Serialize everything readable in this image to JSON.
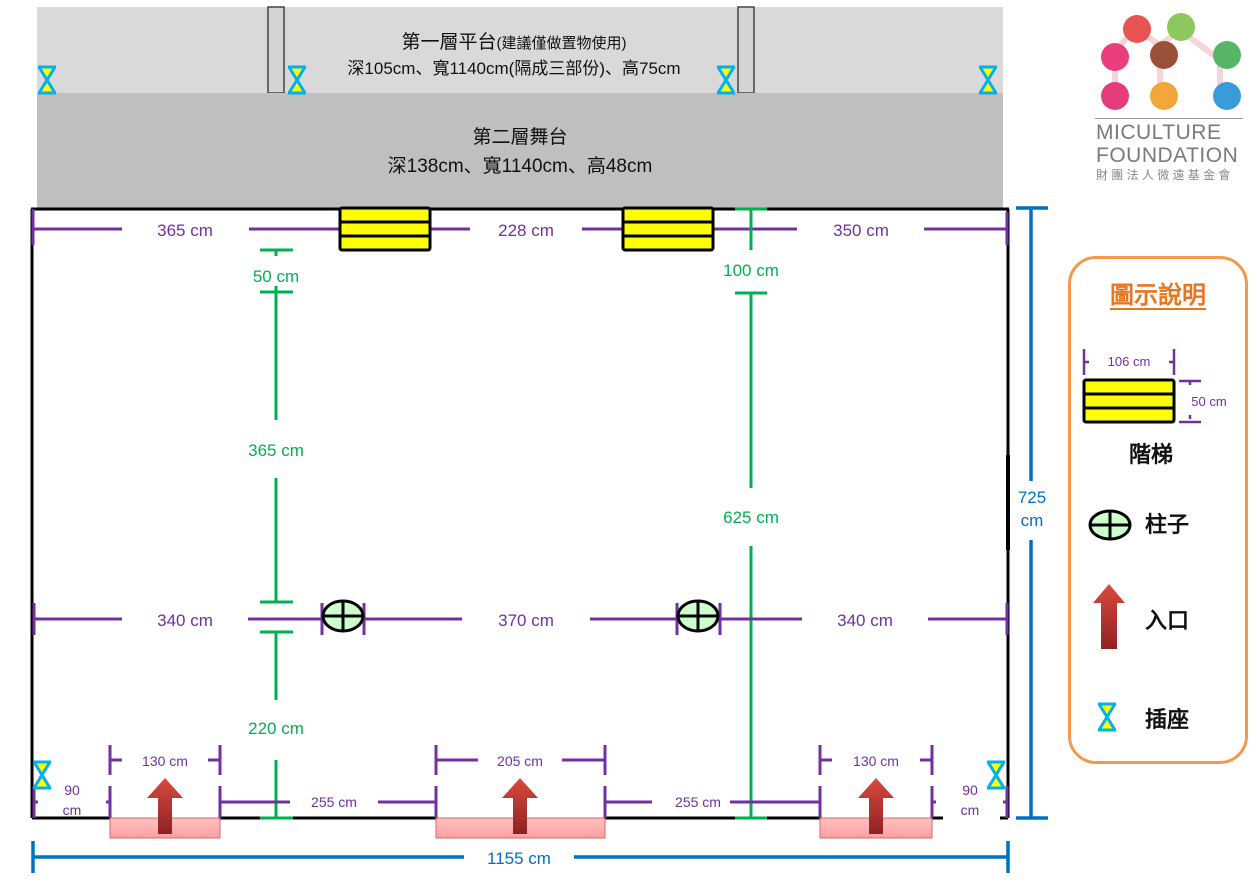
{
  "platform1": {
    "title": "第一層平台",
    "note": "(建議僅做置物使用)",
    "dims": "深105cm、寬1140cm(隔成三部份)、高75cm"
  },
  "stage2": {
    "title": "第二層舞台",
    "dims": "深138cm、寬1140cm、高48cm"
  },
  "top_dims": {
    "left": "365 cm",
    "middle": "228 cm",
    "right": "350 cm"
  },
  "mid_dims": {
    "left": "340 cm",
    "middle": "370 cm",
    "right": "340 cm"
  },
  "vertical_left": {
    "top": "50 cm",
    "middle": "365 cm",
    "bottom": "220 cm"
  },
  "vertical_right": {
    "top": "100 cm",
    "bottom": "625 cm"
  },
  "bottom_dims": {
    "left_wall": "90",
    "left_wall_unit": "cm",
    "entrance_left": "130 cm",
    "gap_left": "255 cm",
    "entrance_middle": "205 cm",
    "gap_right": "255 cm",
    "entrance_right": "130 cm",
    "right_wall": "90",
    "right_wall_unit": "cm"
  },
  "overall": {
    "width": "1155 cm",
    "depth": "725",
    "depth_unit": "cm"
  },
  "logo": {
    "line1": "MICULTURE",
    "line2": "FOUNDATION",
    "line3": "財團法人微遠基金會"
  },
  "legend": {
    "title": "圖示說明",
    "stairs_width": "106 cm",
    "stairs_depth": "50 cm",
    "stairs_label": "階梯",
    "pillar_label": "柱子",
    "entrance_label": "入口",
    "outlet_label": "插座"
  },
  "colors": {
    "platform1": "#d9d9d9",
    "stage2": "#bfbfbf",
    "dimension_purple": "#7030a0",
    "dimension_green": "#00b050",
    "dimension_blue": "#0070c0",
    "stairs_yellow": "#ffff00",
    "pillar_green": "#ccffcc",
    "entrance_red": "#c0392b",
    "entrance_pad": "#ffb3b3",
    "outlet_cyan": "#00b0f0",
    "legend_border": "#f39a4a",
    "legend_title": "#e8761e"
  }
}
